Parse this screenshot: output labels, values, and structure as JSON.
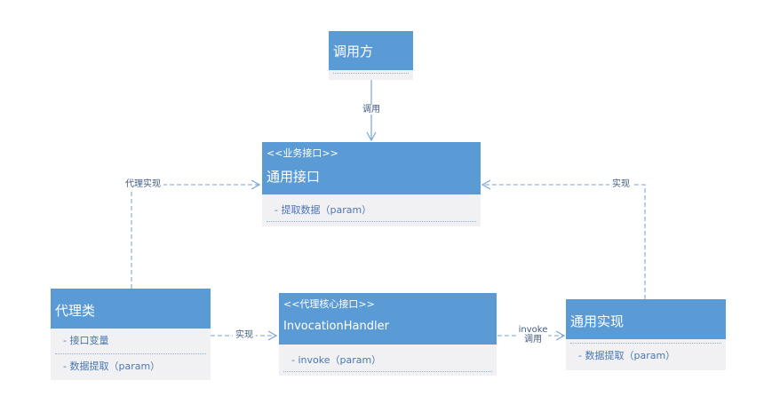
{
  "nodes": {
    "caller": {
      "title": "调用方"
    },
    "common_interface": {
      "stereotype": "<<业务接口>>",
      "title": "通用接口",
      "attrs": [
        "- 提取数据（param）"
      ]
    },
    "proxy_class": {
      "title": "代理类",
      "attrs": [
        "- 接口变量",
        "- 数据提取（param）"
      ]
    },
    "invocation_handler": {
      "stereotype": "<<代理核心接口>>",
      "title": "InvocationHandler",
      "attrs": [
        "- invoke（param）"
      ]
    },
    "common_impl": {
      "title": "通用实现",
      "attrs": [
        "- 数据提取（param）"
      ]
    }
  },
  "edges": {
    "call": "调用",
    "proxy_impl": "代理实现",
    "impl_right": "实现",
    "impl_mid": "实现",
    "invoke_call_1": "invoke",
    "invoke_call_2": "调用"
  },
  "colors": {
    "header": "#5b9bd5",
    "body": "#f1f1f3",
    "line": "#7aa5d8",
    "text_attr": "#4a77b4"
  }
}
